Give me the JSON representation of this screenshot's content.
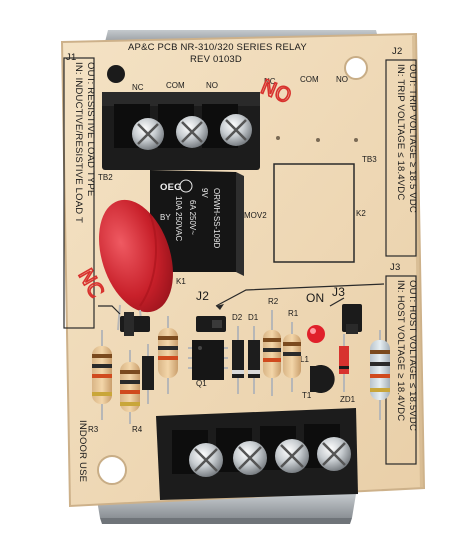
{
  "photo": {
    "subject": "relay circuit board",
    "colors": {
      "board": "#f0d9b6",
      "board_edge": "#d9bf96",
      "bracket": "#9da3a8",
      "terminal_block": "#1c1c1c",
      "relay_body": "#151515",
      "varistor": "#c8202a",
      "red_ink": "#d8322e"
    }
  },
  "silkscreen": {
    "header_line1": "AP&C PCB NR-310/320 SERIES RELAY",
    "header_line2": "REV 0103D",
    "j1": "J1",
    "j2_top": "J2",
    "j3": "J3",
    "j2_mid": "J2",
    "left_in": "IN: INDUCTIVE/RESISTIVE LOAD T",
    "left_out": "OUT: RESISTIVE LOAD TYPE",
    "right_top_in": "IN: TRIP VOLTAGE ≤ 18.4VDC",
    "right_top_out": "OUT: TRIP VOLTAGE ≥ 18.5 VDC",
    "right_bottom_in": "IN: HOST VOLTAGE ≥ 18.4VDC",
    "right_bottom_out": "OUT: HOST VOLTAGE ≤ 18.5VDC",
    "indoor_use": "INDOOR USE",
    "top_terminals": [
      "NC",
      "COM",
      "NO"
    ],
    "top_terminals_right": [
      "NC",
      "COM",
      "NO"
    ],
    "tb2": "TB2",
    "tb3": "TB3",
    "mov2": "MOV2",
    "k1": "K1",
    "k2": "K2",
    "on": "ON",
    "d2": "D2",
    "d1": "D1",
    "r2": "R2",
    "r1": "R1",
    "r3": "R3",
    "r4": "R4",
    "q1": "Q1",
    "t1": "T1",
    "zd1": "ZD1",
    "l1": "L1"
  },
  "relay": {
    "brand": "OEG",
    "model": "ORWH-SS-109D",
    "coil": "9V",
    "rating_left": "10A 250VAC",
    "rating_right": "6A 250V~",
    "by": "BY"
  },
  "handwriting": {
    "top_mark": "NO",
    "left_mark": "NC"
  }
}
